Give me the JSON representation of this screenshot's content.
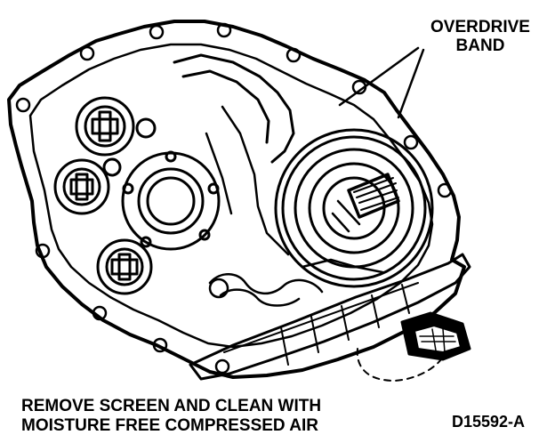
{
  "figure": {
    "callout_lines": [
      "OVERDRIVE",
      "BAND"
    ],
    "caption_lines": [
      "REMOVE SCREEN AND CLEAN WITH",
      "MOISTURE FREE COMPRESSED AIR"
    ],
    "figure_code": "D15592-A"
  },
  "colors": {
    "ink": "#000000",
    "paper": "#ffffff"
  }
}
